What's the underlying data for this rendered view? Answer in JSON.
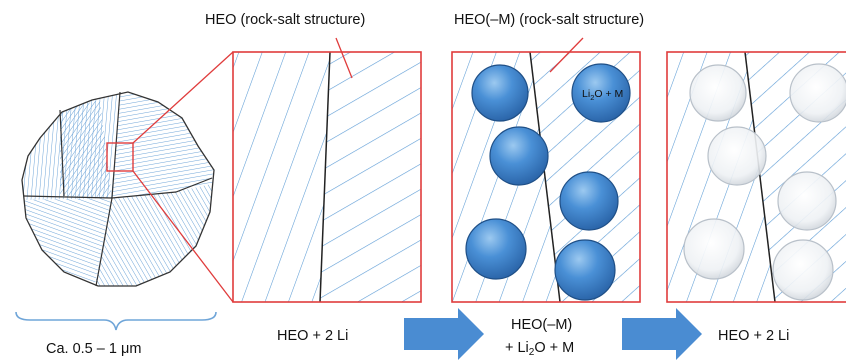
{
  "labels": {
    "heo_structure": "HEO (rock-salt structure)",
    "heo_m_structure": "HEO(–M) (rock-salt structure)",
    "li2o_m_main": "Li",
    "li2o_m_sub": "2",
    "li2o_m_rest": "O + M",
    "scale": "Ca. 0.5 – 1 μm",
    "step1": "HEO + 2 Li",
    "step2_line1": "HEO(–M)",
    "step2_line2_a": "+ Li",
    "step2_line2_sub": "2",
    "step2_line2_b": "O + M",
    "step3": "HEO + 2 Li"
  },
  "colors": {
    "frame": "#e03c3c",
    "hatch": "#5b9bd5",
    "sphere": "#3f86cf",
    "arrow": "#4a8cd2",
    "grain_boundary": "#333333"
  }
}
